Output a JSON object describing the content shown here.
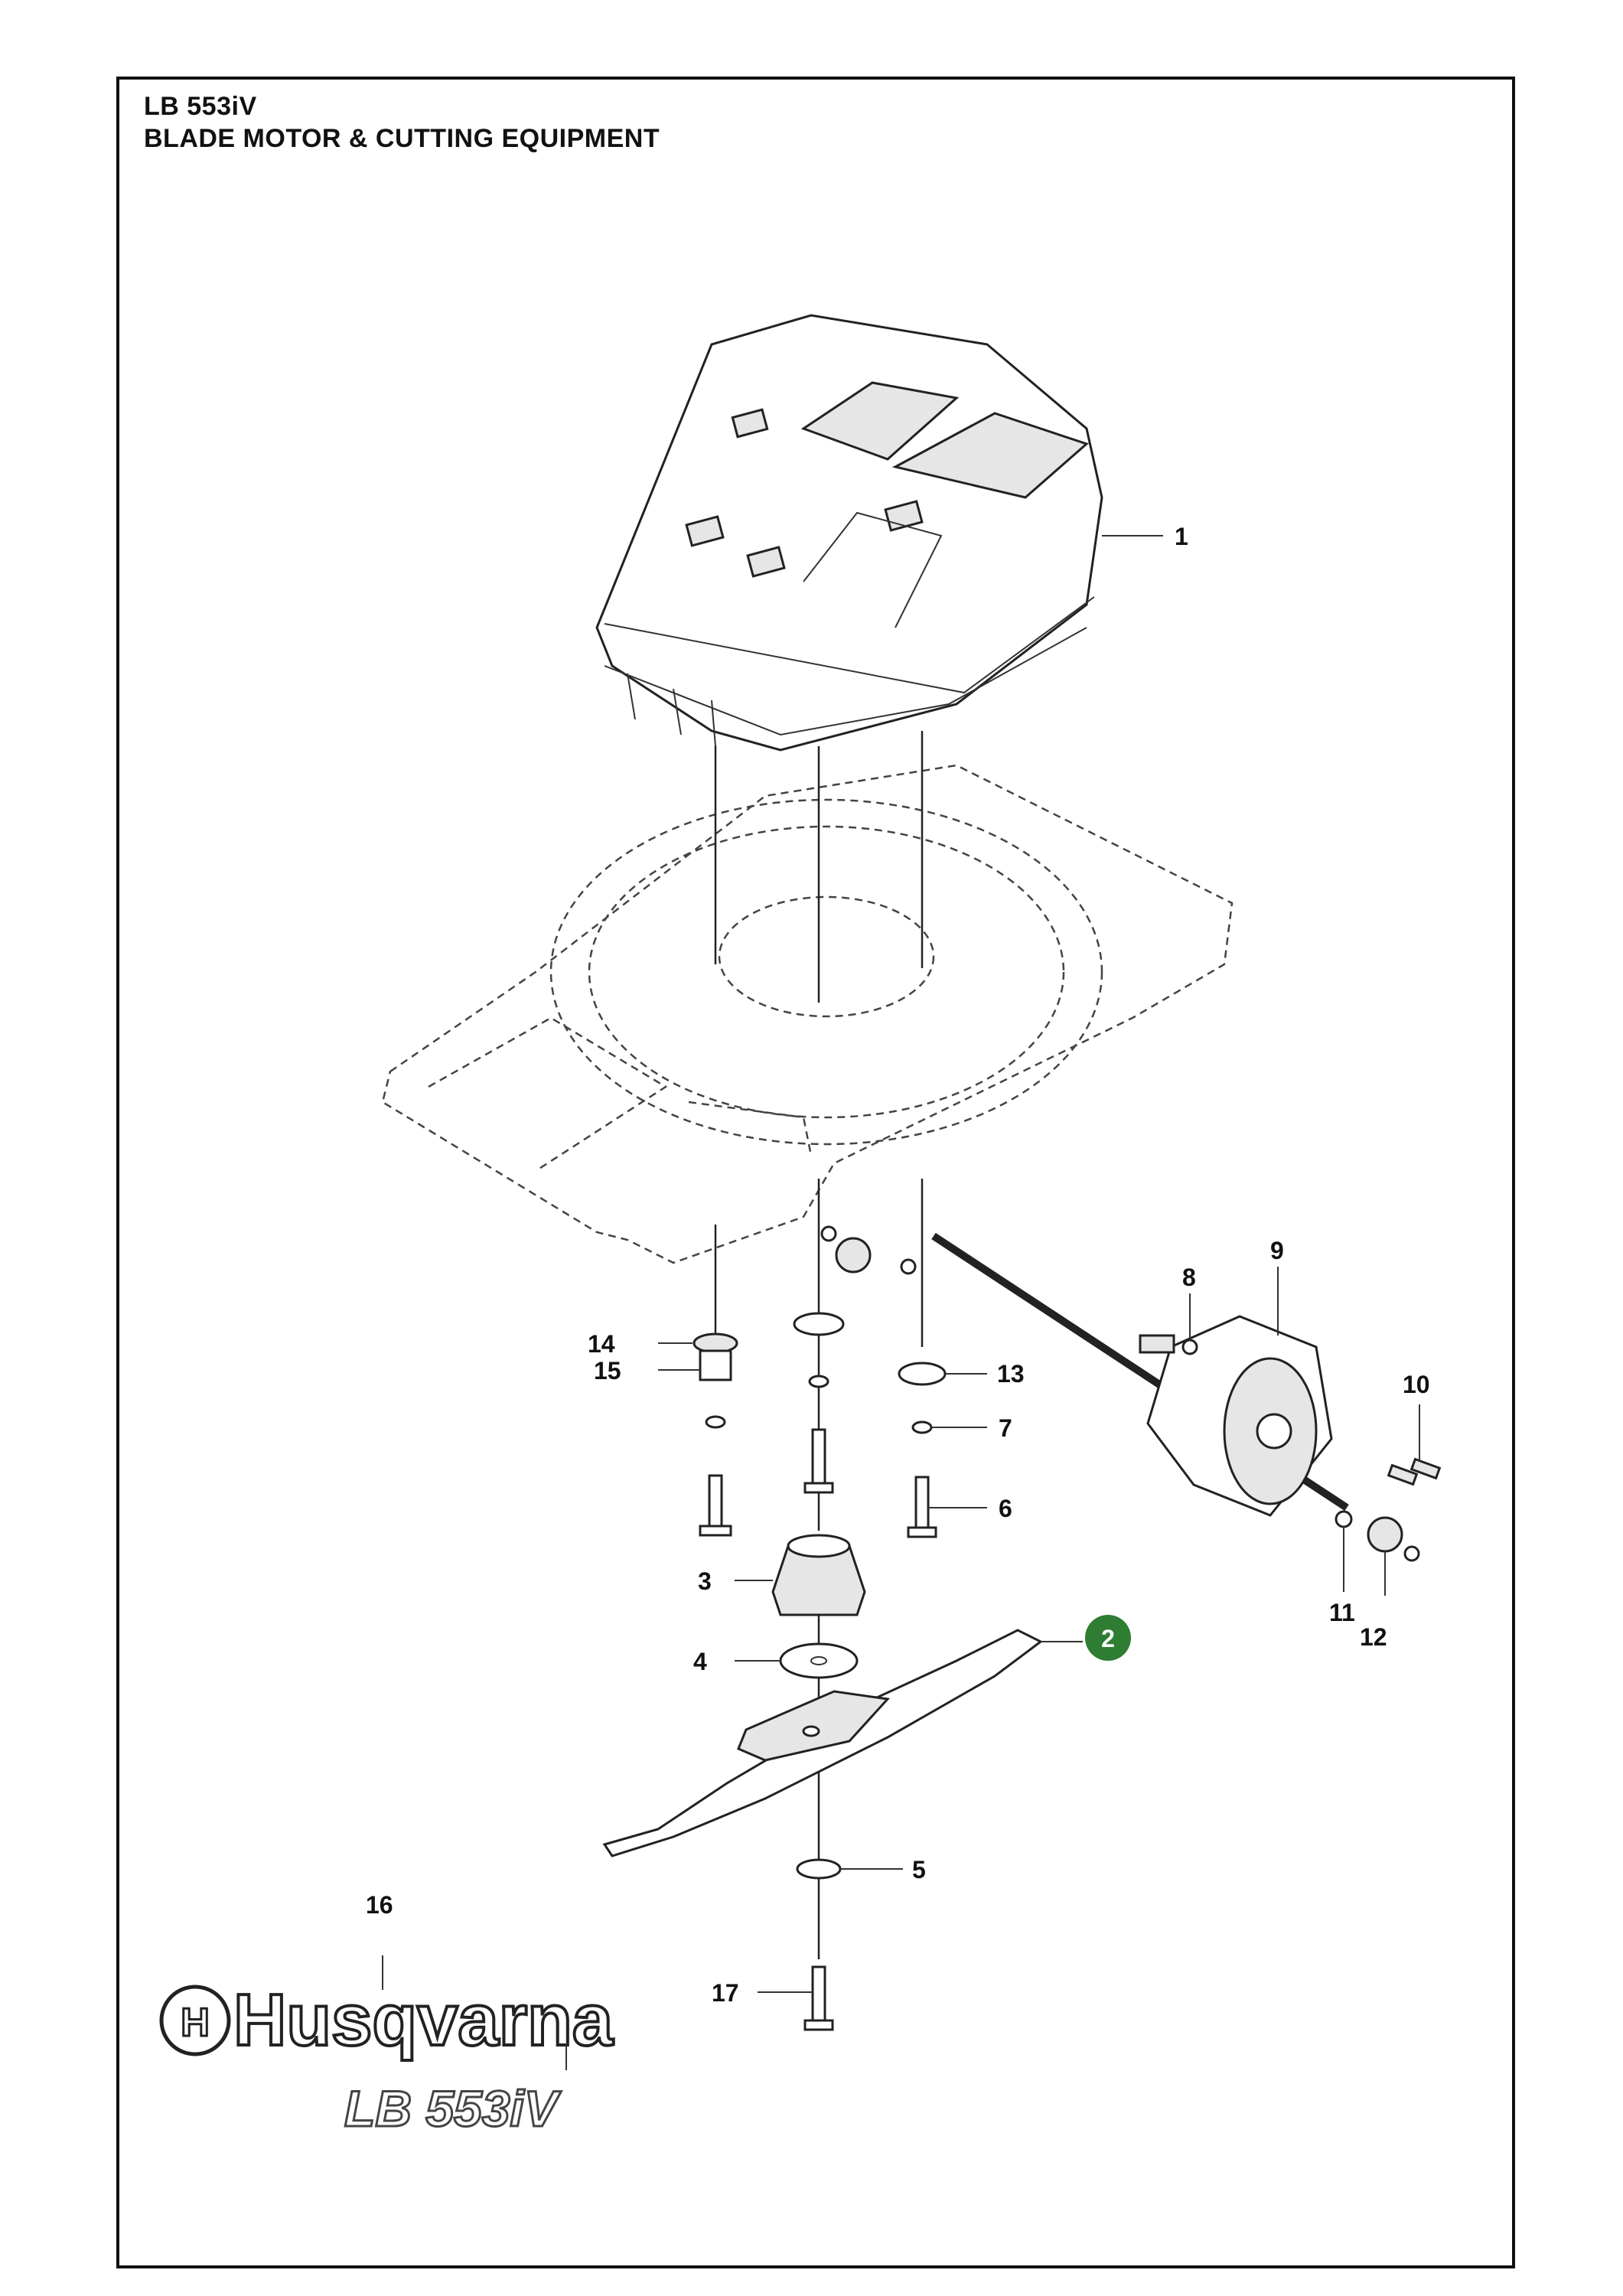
{
  "header": {
    "model": "LB 553iV",
    "section": "BLADE MOTOR & CUTTING EQUIPMENT"
  },
  "callouts": [
    "1",
    "2",
    "3",
    "4",
    "5",
    "6",
    "7",
    "8",
    "9",
    "10",
    "11",
    "12",
    "13",
    "14",
    "15",
    "16",
    "17"
  ],
  "highlight": {
    "label": "2",
    "color": "#2e7d32"
  },
  "brand": {
    "logo_text": "Husqvarna",
    "model_decal": "LB 553iV"
  },
  "colors": {
    "line": "#222222",
    "fill_light": "#e6e6e6",
    "highlight": "#2e7d32"
  }
}
